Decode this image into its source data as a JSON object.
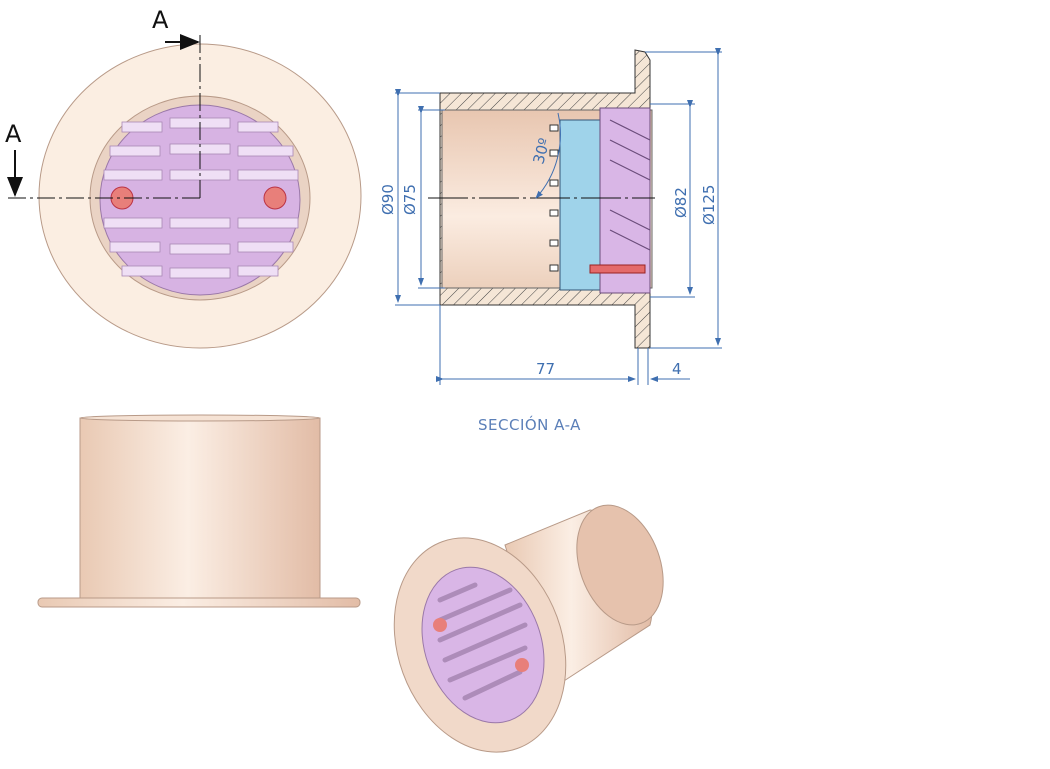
{
  "front_view": {
    "section_marker_top": "A",
    "section_marker_left": "A"
  },
  "section_view": {
    "title": "SECCIÓN A-A",
    "dimensions": {
      "outer_diameter": "Ø90",
      "inner_diameter": "Ø75",
      "angle": "30º",
      "grille_diameter": "Ø82",
      "flange_diameter": "Ø125",
      "length": "77",
      "flange_thickness": "4"
    }
  },
  "colors": {
    "body": "#f3dccb",
    "grille": "#d9b6e6",
    "insert": "#9fd3ea",
    "pin": "#e46a6a",
    "dimension": "#3f6fb0"
  }
}
